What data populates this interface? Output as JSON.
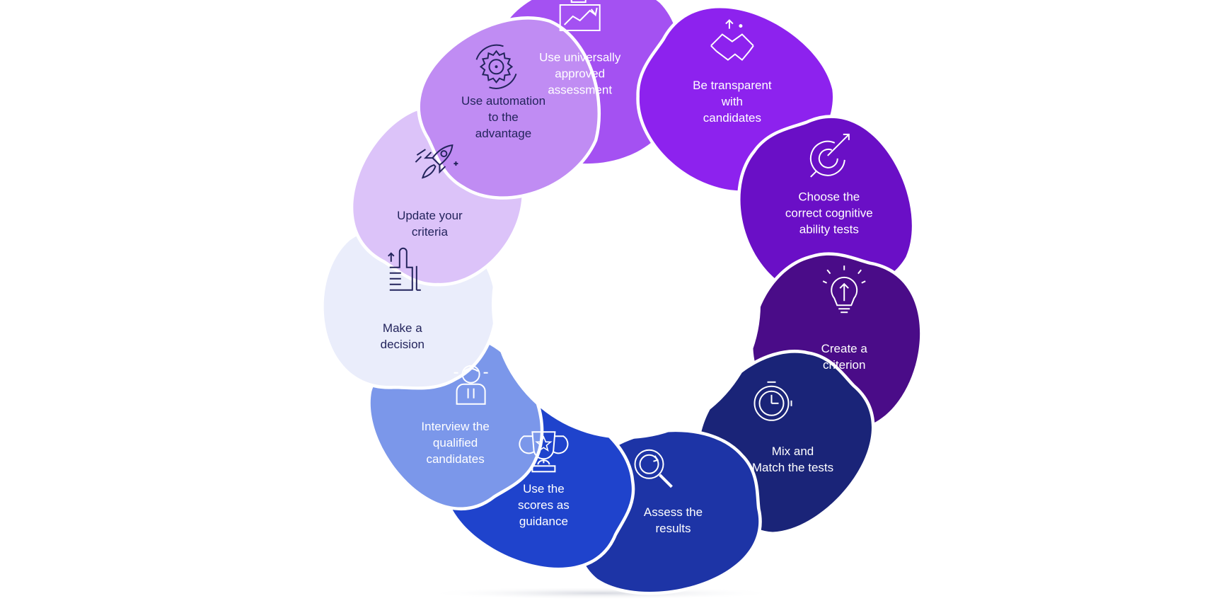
{
  "segments": [
    {
      "id": "use-universally-approved-assessment",
      "lines": [
        "Use universally",
        "approved",
        "assessment"
      ],
      "icon": "investment-chart-icon",
      "color": "#a451f2",
      "text_color": "#ffffff",
      "icon_color": "#ffffff"
    },
    {
      "id": "be-transparent-with-candidates",
      "lines": [
        "Be transparent",
        "with",
        "candidates"
      ],
      "icon": "handshake-icon",
      "color": "#8d22ee",
      "text_color": "#ffffff",
      "icon_color": "#ffffff"
    },
    {
      "id": "choose-the-correct-cognitive-ability-tests",
      "lines": [
        "Choose the",
        "correct cognitive",
        "ability tests"
      ],
      "icon": "target-icon",
      "color": "#6a0fc6",
      "text_color": "#ffffff",
      "icon_color": "#ffffff"
    },
    {
      "id": "create-a-criterion",
      "lines": [
        "Create a",
        "criterion"
      ],
      "icon": "lightbulb-icon",
      "color": "#4a0c88",
      "text_color": "#ffffff",
      "icon_color": "#ffffff"
    },
    {
      "id": "mix-and-match-the-tests",
      "lines": [
        "Mix and",
        "Match the tests"
      ],
      "icon": "stopwatch-icon",
      "color": "#1a2478",
      "text_color": "#ffffff",
      "icon_color": "#ffffff"
    },
    {
      "id": "assess-the-results",
      "lines": [
        "Assess the",
        "results"
      ],
      "icon": "magnifier-icon",
      "color": "#1d34a6",
      "text_color": "#ffffff",
      "icon_color": "#ffffff"
    },
    {
      "id": "use-the-scores-as-guidance",
      "lines": [
        "Use the",
        "scores as",
        "guidance"
      ],
      "icon": "trophy-icon",
      "color": "#1f43cc",
      "text_color": "#ffffff",
      "icon_color": "#ffffff"
    },
    {
      "id": "interview-the-qualified-candidates",
      "lines": [
        "Interview the",
        "qualified",
        "candidates"
      ],
      "icon": "person-icon",
      "color": "#7b97ea",
      "text_color": "#ffffff",
      "icon_color": "#ffffff"
    },
    {
      "id": "make-a-decision",
      "lines": [
        "Make a",
        "decision"
      ],
      "icon": "thumbs-up-icon",
      "color": "#eaedfb",
      "text_color": "#23245c",
      "icon_color": "#23245c"
    },
    {
      "id": "update-your-criteria",
      "lines": [
        "Update your",
        "criteria"
      ],
      "icon": "rocket-icon",
      "color": "#dcc3f9",
      "text_color": "#23245c",
      "icon_color": "#23245c"
    },
    {
      "id": "use-automation-to-the-advantage",
      "lines": [
        "Use automation",
        "to the",
        "advantage"
      ],
      "icon": "gear-icon",
      "color": "#c08cf3",
      "text_color": "#23245c",
      "icon_color": "#23245c"
    }
  ]
}
